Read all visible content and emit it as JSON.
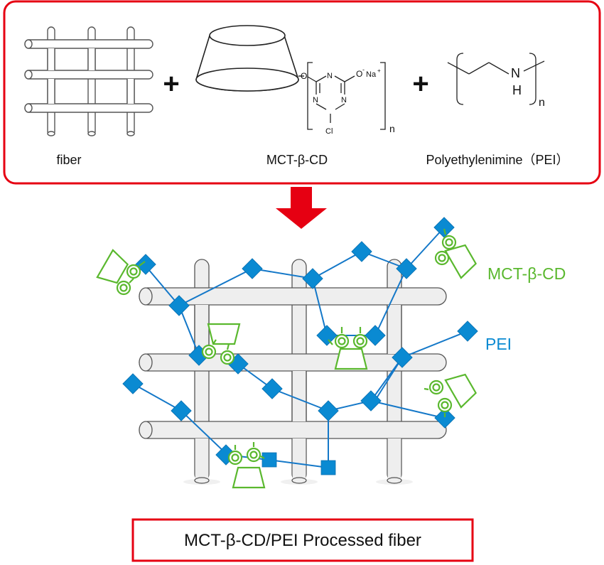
{
  "reactants": {
    "fiber_label": "fiber",
    "plus": "+",
    "mct_label": "MCT-β-CD",
    "pei_label": "Polyethylenimine（PEI）"
  },
  "mct_structure": {
    "oxygen": "O",
    "o_minus": "O",
    "minus_sign": "-",
    "sodium": "Na",
    "plus_sign": "+",
    "ring_n": "N",
    "chlorine": "Cl",
    "subscript": "n"
  },
  "pei_structure": {
    "nitrogen": "N",
    "hydrogen": "H",
    "subscript": "n"
  },
  "product": {
    "mct_label": "MCT-β-CD",
    "pei_label": "PEI",
    "caption": "MCT-β-CD/PEI Processed fiber"
  },
  "colors": {
    "frame_red": "#e60012",
    "arrow_red": "#e60012",
    "cd_green": "#5ab82e",
    "pei_blue": "#0a8ad2",
    "pei_line": "#1478c8",
    "fiber_fill": "#eeeeee",
    "fiber_stroke": "#555555"
  }
}
